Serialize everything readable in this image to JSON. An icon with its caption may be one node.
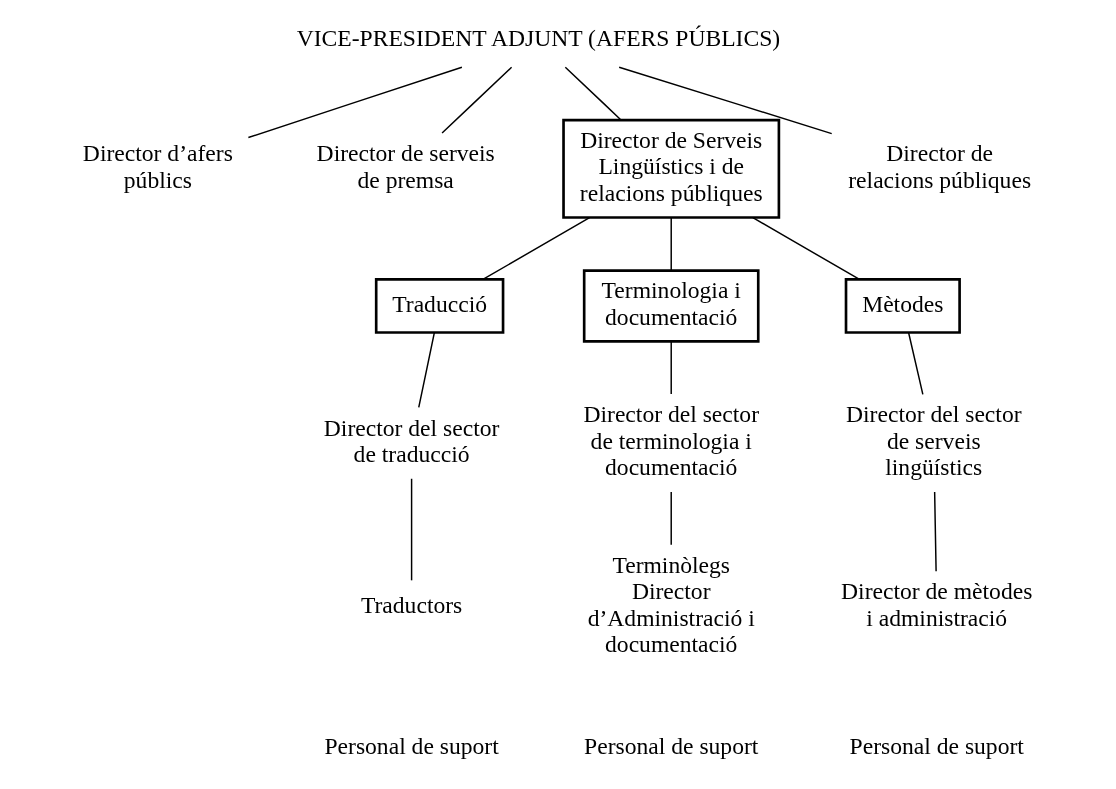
{
  "diagram": {
    "nodes": [
      {
        "text": [
          "VICE-PRESIDENT ADJUNT (AFERS PÚBLICS)"
        ]
      },
      {
        "text": [
          "Director d’afers públics"
        ]
      },
      {
        "text": [
          "Director de serveis de premsa"
        ]
      },
      {
        "text": [
          "Director de Serveis Lingüístics i de relacions públiques"
        ]
      },
      {
        "text": [
          "Director de relacions públiques"
        ]
      },
      {
        "text": [
          "Traducció"
        ]
      },
      {
        "text": [
          "Terminologia i documentació"
        ]
      },
      {
        "text": [
          "Mètodes"
        ]
      },
      {
        "text": [
          "Director del sector de traducció"
        ]
      },
      {
        "text": [
          "Director del sector de terminologia i documentació"
        ]
      },
      {
        "text": [
          "Director del sector de serveis lingüístics"
        ]
      },
      {
        "text": [
          "Traductors"
        ]
      },
      {
        "text": [
          "Terminòlegs",
          "Director d’Administració i documentació"
        ]
      },
      {
        "text": [
          "Director de mètodes i administració"
        ]
      }
    ],
    "edges": [
      {
        "from": 0,
        "to": 1,
        "arrow": "none"
      },
      {
        "from": 0,
        "to": 2,
        "arrow": "none"
      },
      {
        "from": 0,
        "to": 3,
        "arrow": "none"
      },
      {
        "from": 0,
        "to": 4,
        "arrow": "none"
      },
      {
        "from": 3,
        "to": 5,
        "arrow": "none"
      },
      {
        "from": 3,
        "to": 6,
        "arrow": "none"
      },
      {
        "from": 3,
        "to": 7,
        "arrow": "none"
      },
      {
        "from": 5,
        "to": 8,
        "arrow": "none"
      },
      {
        "from": 6,
        "to": 9,
        "arrow": "none"
      },
      {
        "from": 7,
        "to": 10,
        "arrow": "none"
      },
      {
        "from": 8,
        "to": 11,
        "arrow": "none"
      },
      {
        "from": 9,
        "to": 12,
        "arrow": "none"
      },
      {
        "from": 10,
        "to": 13,
        "arrow": "none"
      }
    ],
    "labels": [
      "Personal de suport",
      "Personal de suport",
      "Personal de suport"
    ]
  }
}
